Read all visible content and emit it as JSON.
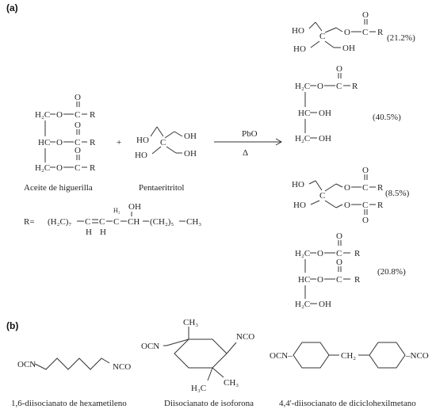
{
  "panels": {
    "a": "(a)",
    "b": "(b)"
  },
  "atoms": {
    "c": "C",
    "o": "O",
    "h": "H"
  },
  "groups": {
    "ch2": "H₂C",
    "hc": "HC",
    "r": "R",
    "ho": "HO",
    "oh": "OH",
    "ho_c": "HO–",
    "oh_c": "–OH"
  },
  "reagents": {
    "castor_oil": "Aceite de higuerilla",
    "pentaerythritol": "Pentaeritritol",
    "plus": "+",
    "catalyst": "PbO",
    "heat": "Δ"
  },
  "r_def": {
    "label": "R=",
    "formula_1": "(H₂C)₇",
    "sub": "7",
    "h2": "H₂",
    "oh": "OH",
    "c": "C",
    "ch": "CH",
    "h": "H",
    "formula_2": "(CH₂)₅",
    "ch3": "CH₃"
  },
  "products": [
    {
      "percent": "(21.2%)"
    },
    {
      "percent": "(40.5%)"
    },
    {
      "percent": "(8.5%)"
    },
    {
      "percent": "(20.8%)"
    }
  ],
  "isocyanates": {
    "nco": "NCO",
    "ocn": "OCN",
    "ch3": "CH₃",
    "h3c": "H₃C",
    "ch2": "CH₂",
    "n_nco": "–NCO",
    "ocn_n": "OCN–",
    "hexamethylene": "1,6-diisocianato de hexametileno",
    "isophorone": "Diisocianato de isoforona",
    "dicyclohexylmethane": "4,4'-diisocianato de diciclohexilmetano"
  }
}
